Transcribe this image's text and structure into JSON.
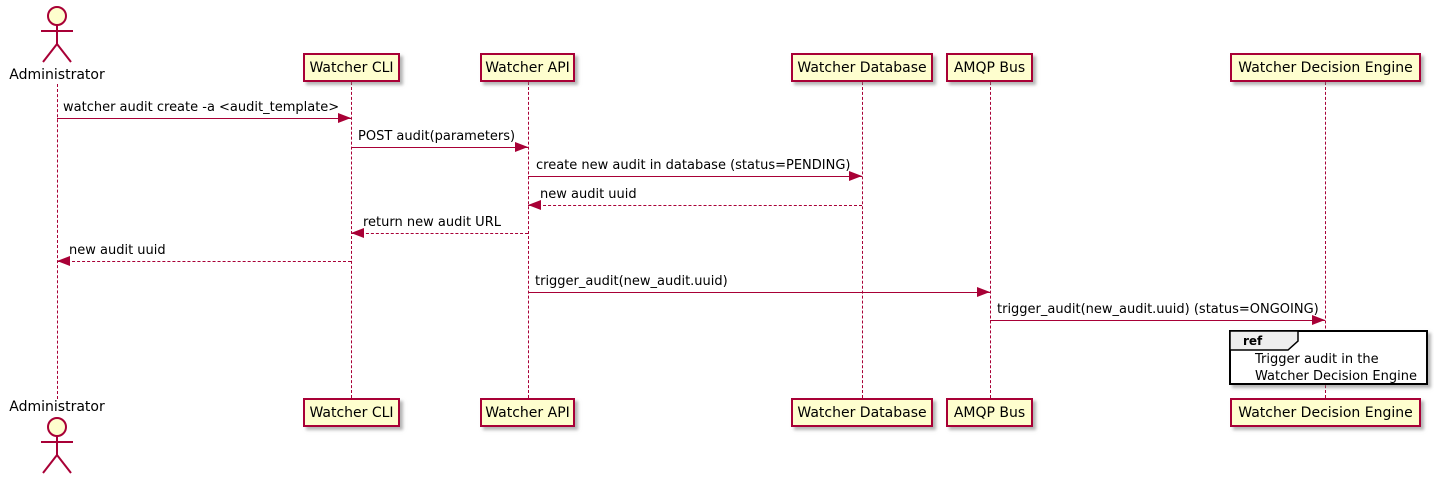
{
  "diagram": {
    "type": "plantuml-sequence",
    "colors": {
      "participant_fill": "#FEFECE",
      "participant_border": "#A80036",
      "lifeline": "#A80036",
      "arrow": "#A80036",
      "text": "#000000",
      "ref_border": "#000000",
      "ref_header_fill": "#EEEEEE",
      "ref_body_fill": "#FFFFFF"
    },
    "actor": {
      "name": "Administrator"
    },
    "participants": [
      {
        "name": "Watcher CLI"
      },
      {
        "name": "Watcher API"
      },
      {
        "name": "Watcher Database"
      },
      {
        "name": "AMQP Bus"
      },
      {
        "name": "Watcher Decision Engine"
      }
    ],
    "messages": [
      {
        "from": "Administrator",
        "to": "Watcher CLI",
        "label": "watcher audit create -a <audit_template>",
        "style": "solid"
      },
      {
        "from": "Watcher CLI",
        "to": "Watcher API",
        "label": "POST audit(parameters)",
        "style": "solid"
      },
      {
        "from": "Watcher API",
        "to": "Watcher Database",
        "label": "create new audit in database (status=PENDING)",
        "style": "solid"
      },
      {
        "from": "Watcher Database",
        "to": "Watcher API",
        "label": "new audit uuid",
        "style": "dashed"
      },
      {
        "from": "Watcher API",
        "to": "Watcher CLI",
        "label": "return new audit URL",
        "style": "dashed"
      },
      {
        "from": "Watcher CLI",
        "to": "Administrator",
        "label": "new audit uuid",
        "style": "dashed"
      },
      {
        "from": "Watcher API",
        "to": "AMQP Bus",
        "label": "trigger_audit(new_audit.uuid)",
        "style": "solid"
      },
      {
        "from": "AMQP Bus",
        "to": "Watcher Decision Engine",
        "label": "trigger_audit(new_audit.uuid) (status=ONGOING)",
        "style": "solid"
      }
    ],
    "ref": {
      "keyword": "ref",
      "lines": [
        "Trigger audit in the",
        "Watcher Decision Engine"
      ]
    }
  }
}
